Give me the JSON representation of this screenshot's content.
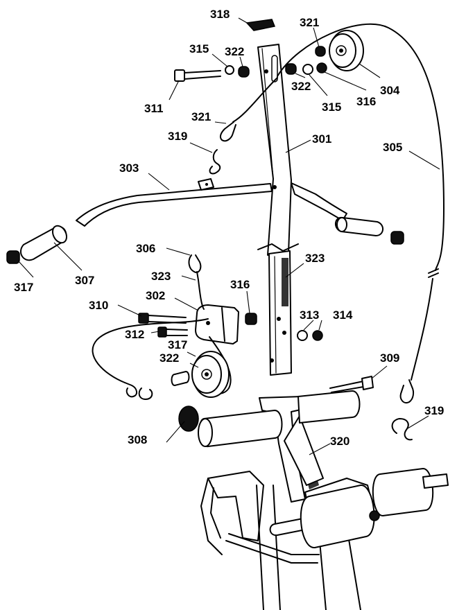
{
  "diagram": {
    "labels": [
      {
        "id": "c318a",
        "text": "318"
      },
      {
        "id": "c321a",
        "text": "321"
      },
      {
        "id": "c315a",
        "text": "315"
      },
      {
        "id": "c322a",
        "text": "322"
      },
      {
        "id": "c311",
        "text": "311"
      },
      {
        "id": "c322b",
        "text": "322"
      },
      {
        "id": "c315b",
        "text": "315"
      },
      {
        "id": "c316a",
        "text": "316"
      },
      {
        "id": "c304",
        "text": "304"
      },
      {
        "id": "c321b",
        "text": "321"
      },
      {
        "id": "c319a",
        "text": "319"
      },
      {
        "id": "c301",
        "text": "301"
      },
      {
        "id": "c305",
        "text": "305"
      },
      {
        "id": "c303",
        "text": "303"
      },
      {
        "id": "c317a",
        "text": "317"
      },
      {
        "id": "c307",
        "text": "307"
      },
      {
        "id": "c306",
        "text": "306"
      },
      {
        "id": "c323a",
        "text": "323"
      },
      {
        "id": "c323b",
        "text": "323"
      },
      {
        "id": "c316b",
        "text": "316"
      },
      {
        "id": "c310",
        "text": "310"
      },
      {
        "id": "c302",
        "text": "302"
      },
      {
        "id": "c313",
        "text": "313"
      },
      {
        "id": "c314",
        "text": "314"
      },
      {
        "id": "c312",
        "text": "312"
      },
      {
        "id": "c317b",
        "text": "317"
      },
      {
        "id": "c322c",
        "text": "322"
      },
      {
        "id": "c309",
        "text": "309"
      },
      {
        "id": "c308",
        "text": "308"
      },
      {
        "id": "c319b",
        "text": "319"
      },
      {
        "id": "c320",
        "text": "320"
      }
    ]
  }
}
